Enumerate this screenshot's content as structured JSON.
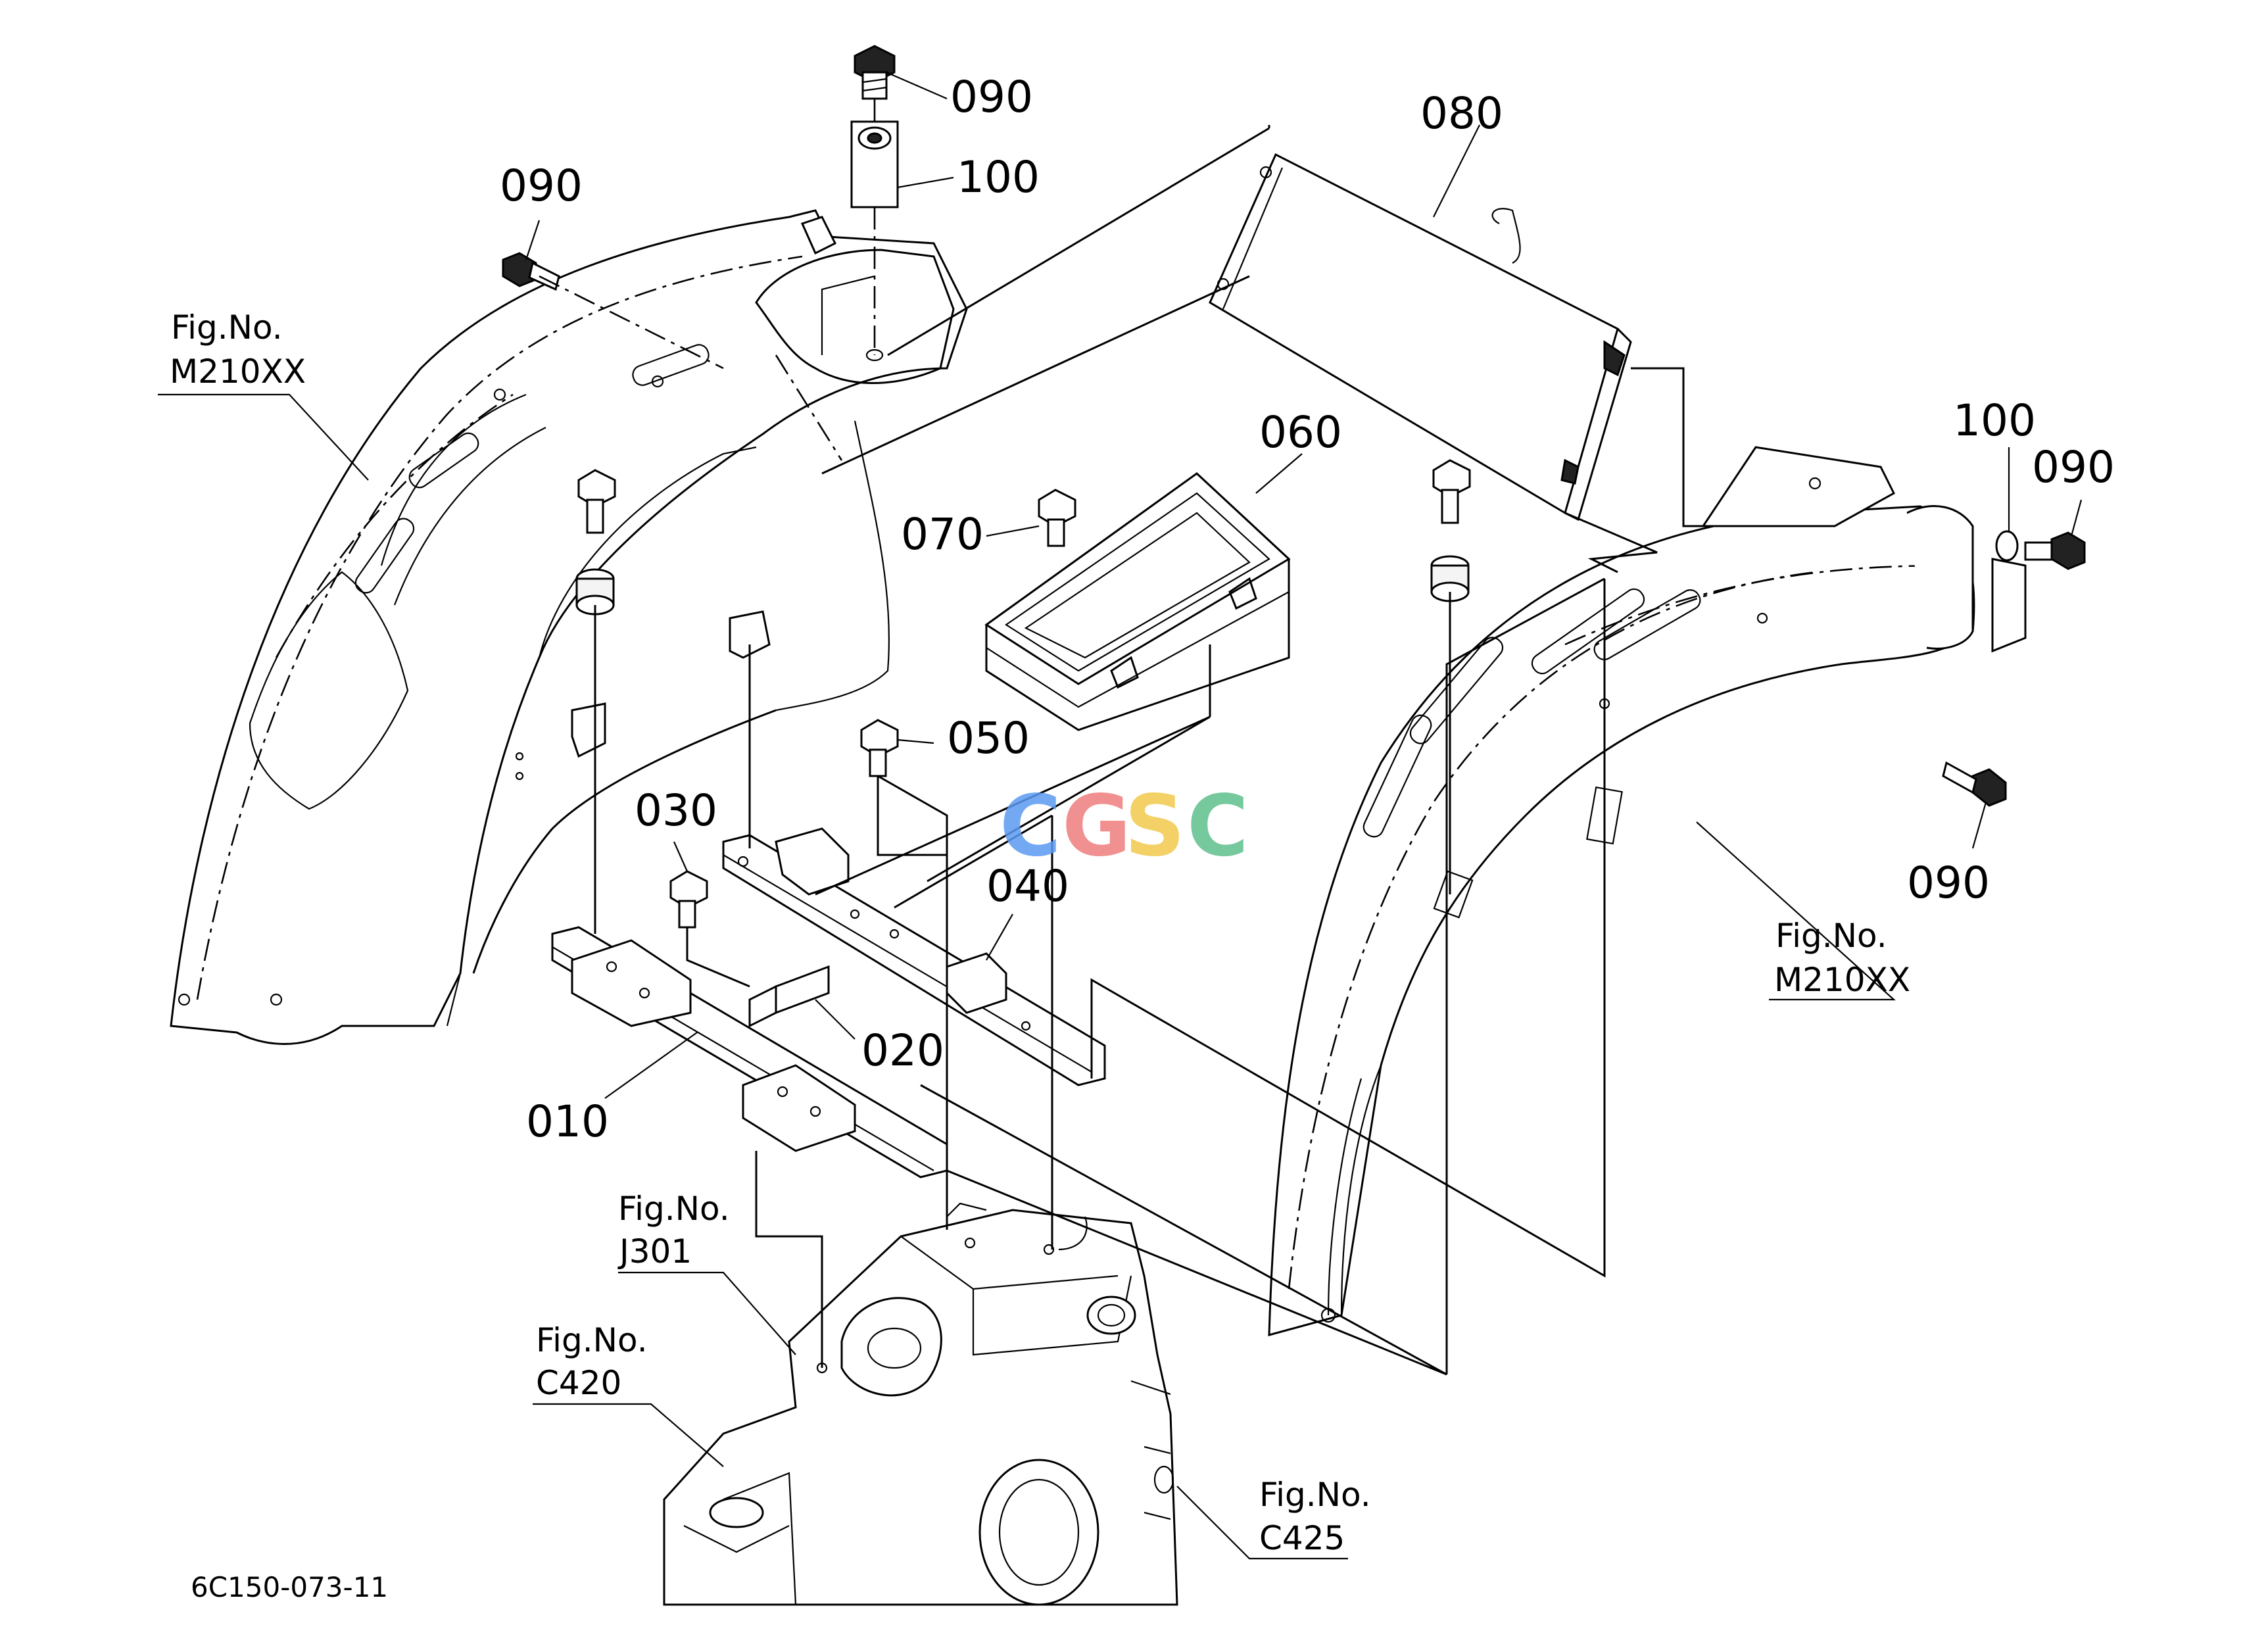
{
  "callouts": {
    "p090_top": "090",
    "p100_top": "100",
    "p080": "080",
    "p090_left": "090",
    "p060": "060",
    "p070": "070",
    "p100_right": "100",
    "p090_right_top": "090",
    "p050": "050",
    "p030": "030",
    "p040": "040",
    "p020": "020",
    "p010": "010",
    "p090_right_bottom": "090"
  },
  "figure_refs": {
    "left_fender": {
      "prefix": "Fig.No.",
      "code": "M210XX"
    },
    "right_fender": {
      "prefix": "Fig.No.",
      "code": "M210XX"
    },
    "j301": {
      "prefix": "Fig.No.",
      "code": "J301"
    },
    "c420": {
      "prefix": "Fig.No.",
      "code": "C420"
    },
    "c425": {
      "prefix": "Fig.No.",
      "code": "C425"
    }
  },
  "watermark": {
    "text": "CGSC",
    "colors": [
      "#5b9bf0",
      "#ee7d7d",
      "#f2c94c",
      "#5fbf8c"
    ]
  },
  "drawing_code": "6C150-073-11"
}
